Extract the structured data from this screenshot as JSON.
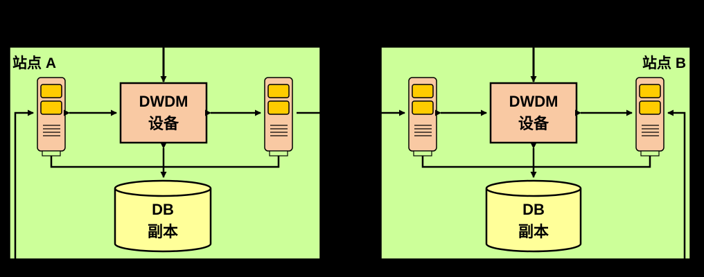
{
  "colors": {
    "background": "#000000",
    "site_fill": "#ccff99",
    "dwdm_fill": "#f9c9a3",
    "server_fill": "#f9c9a3",
    "drive_fill": "#ffcc00",
    "db_fill": "#ffff99",
    "line": "#000000"
  },
  "sites": [
    {
      "label": "站点 A",
      "dwdm": {
        "line1": "DWDM",
        "line2": "设备"
      },
      "db": {
        "line1": "DB",
        "line2": "副本"
      }
    },
    {
      "label": "站点 B",
      "dwdm": {
        "line1": "DWDM",
        "line2": "设备"
      },
      "db": {
        "line1": "DB",
        "line2": "副本"
      }
    }
  ]
}
